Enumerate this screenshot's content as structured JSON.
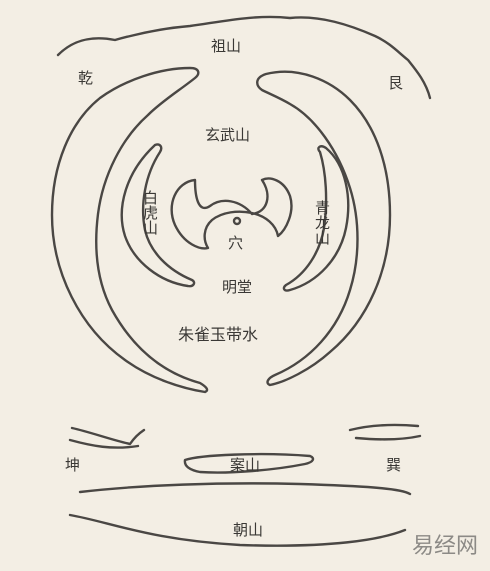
{
  "labels": {
    "zushan": "祖山",
    "qian": "乾",
    "gen": "艮",
    "xuanwu": "玄武山",
    "baihu": "白虎山",
    "qinglong": "青龙山",
    "xue": "穴",
    "mingtang": "明堂",
    "zhuque": "朱雀玉带水",
    "kun": "坤",
    "xun": "巽",
    "anshan": "案山",
    "chaoshan": "朝山"
  },
  "watermark": "易经网",
  "colors": {
    "ink": "#4a4744",
    "paper": "#f3eee4",
    "watermark": "#8c8a86"
  }
}
